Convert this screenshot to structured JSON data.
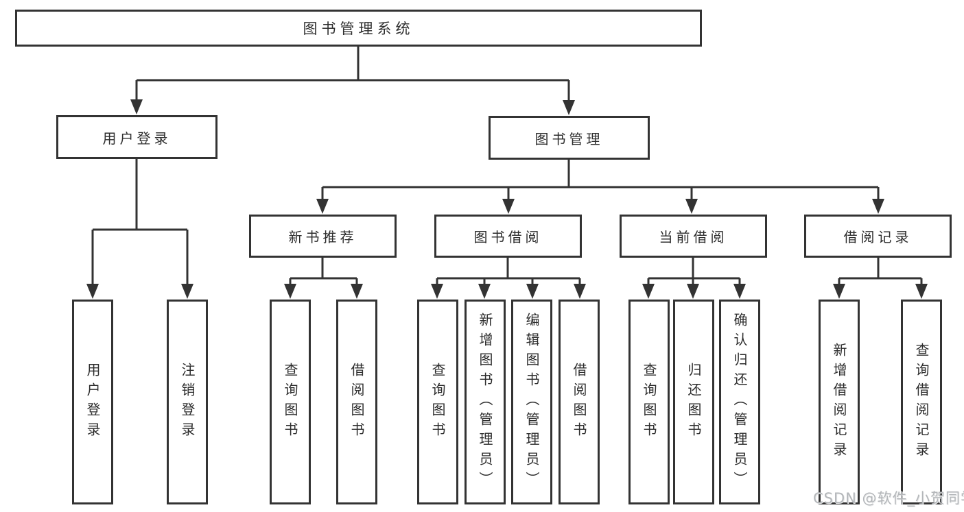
{
  "colors": {
    "line": "#333333",
    "box_border": "#333333",
    "text": "#2d2d2d",
    "background": "#ffffff",
    "watermark": "#b4b7ba"
  },
  "tree": {
    "root": "图书管理系统",
    "branches": [
      {
        "label": "用户登录",
        "leaves": [
          "用户登录",
          "注销登录"
        ]
      },
      {
        "label": "图书管理",
        "children": [
          {
            "label": "新书推荐",
            "leaves": [
              "查询图书",
              "借阅图书"
            ]
          },
          {
            "label": "图书借阅",
            "leaves": [
              "查询图书",
              "新增图书（管理员）",
              "编辑图书（管理员）",
              "借阅图书"
            ]
          },
          {
            "label": "当前借阅",
            "leaves": [
              "查询图书",
              "归还图书",
              "确认归还（管理员）"
            ]
          },
          {
            "label": "借阅记录",
            "leaves": [
              "新增借阅记录",
              "查询借阅记录"
            ]
          }
        ]
      }
    ]
  },
  "watermark": {
    "text": "CSDN @软件_小贺同学"
  }
}
